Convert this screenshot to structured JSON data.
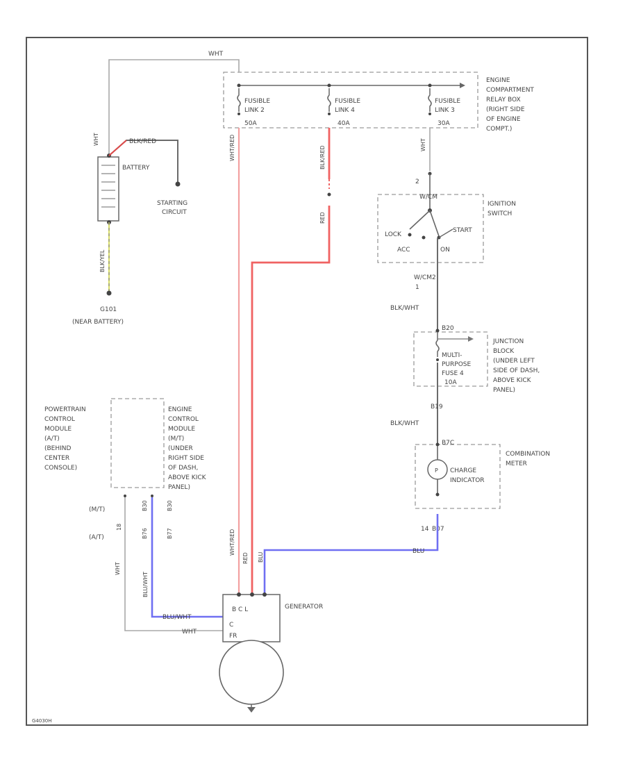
{
  "labels": {
    "wire_top": "WHT",
    "relay_box": [
      "ENGINE",
      "COMPARTMENT",
      "RELAY BOX",
      "(RIGHT SIDE",
      "OF ENGINE",
      "COMPT.)"
    ],
    "fuse_link_2": [
      "FUSIBLE",
      "LINK 2",
      "50A"
    ],
    "fuse_link_4": [
      "FUSIBLE",
      "LINK 4",
      "40A"
    ],
    "fuse_link_3": [
      "FUSIBLE",
      "LINK 3",
      "30A"
    ],
    "battery": "BATTERY",
    "battery_pos_wire": "BLK/RED",
    "battery_neg_wire": "BLK/YEL",
    "battery_wht": "WHT",
    "starting_circuit": [
      "STARTING",
      "CIRCUIT"
    ],
    "ground": [
      "G101",
      "(NEAR BATTERY)"
    ],
    "ignition_switch": [
      "IGNITION",
      "SWITCH"
    ],
    "ign_pins": {
      "a": "2",
      "b": "W/CM",
      "c": "LOCK",
      "d": "START",
      "e": "ACC",
      "f": "ON",
      "g": "W/CM2",
      "h": "1"
    },
    "blk_wht_1": "BLK/WHT",
    "blk_wht_2": "BLK/WHT",
    "junction_block": [
      "JUNCTION",
      "BLOCK",
      "(UNDER LEFT",
      "SIDE OF DASH,",
      "ABOVE KICK",
      "PANEL)"
    ],
    "jb_fuse": [
      "MULTI-",
      "PURPOSE",
      "FUSE 4",
      "10A"
    ],
    "jb_pins": {
      "top": "B20",
      "bottom": "B19"
    },
    "combination_meter": [
      "COMBINATION",
      "METER"
    ],
    "charge_indicator": [
      "CHARGE",
      "INDICATOR"
    ],
    "meter_pins": {
      "top": "B7C",
      "bottom_left": "14",
      "bottom_right": "B07"
    },
    "pcm": [
      "POWERTRAIN",
      "CONTROL",
      "MODULE",
      "(A/T)",
      "(BEHIND",
      "CENTER",
      "CONSOLE)"
    ],
    "ecm": [
      "ENGINE",
      "CONTROL",
      "MODULE",
      "(M/T)",
      "(UNDER",
      "RIGHT SIDE",
      "OF DASH,",
      "ABOVE KICK",
      "PANEL)"
    ],
    "mt_label": "(M/T)",
    "at_label": "(A/T)",
    "pin_labels": [
      "B30",
      "B30",
      "B76",
      "B77",
      "18"
    ],
    "blu_label": "BLU",
    "wht_red_label": "WHT/RED",
    "blk_red_label": "BLK/RED",
    "red_label": "RED",
    "wht_red_2": "WHT/RED",
    "blu_wht_vertical": "BLU/WHT",
    "blu_wht_horizontal": "BLU/WHT",
    "wht_horizontal": "WHT",
    "gen_pins": "B  C  L",
    "gen_c": "C",
    "gen_fr": "FR",
    "generator": "GENERATOR",
    "code": "G4030H"
  }
}
